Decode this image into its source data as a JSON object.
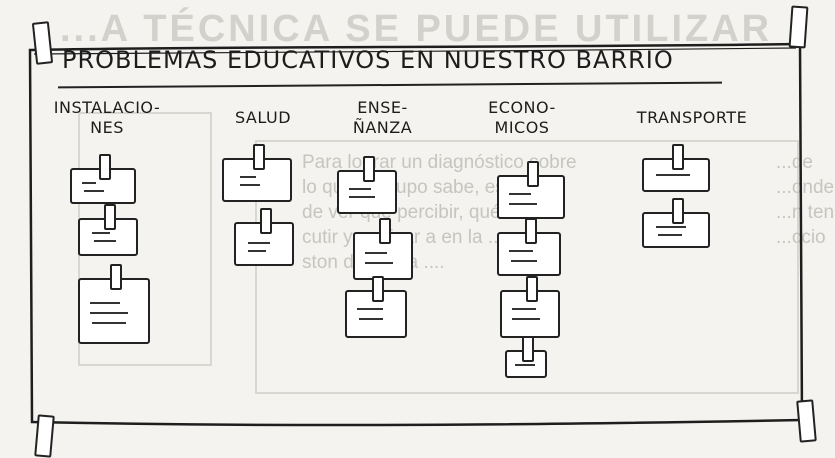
{
  "background": {
    "heading": "...A TÉCNICA SE PUEDE UTILIZAR",
    "paragraph": [
      "Para lograr un diagnóstico sobre",
      "lo que el grupo sabe, es nece-",
      "de ver qué percibir, qué dis-",
      "cutir y motivar a en la ...",
      "ston de forma ...."
    ],
    "right_column": [
      "...de",
      "...onde",
      "...n ten",
      "...ccio"
    ]
  },
  "board": {
    "title": "PROBLEMAS EDUCATIVOS EN NUESTRO BARRIO",
    "categories": [
      {
        "label": "INSTALACIO-\nNES",
        "cards": 3
      },
      {
        "label": "SALUD",
        "cards": 2
      },
      {
        "label": "ENSE-\nÑANZA",
        "cards": 3
      },
      {
        "label": "ECONO-\nMICOS",
        "cards": 4
      },
      {
        "label": "TRANSPORTE",
        "cards": 2
      }
    ]
  }
}
